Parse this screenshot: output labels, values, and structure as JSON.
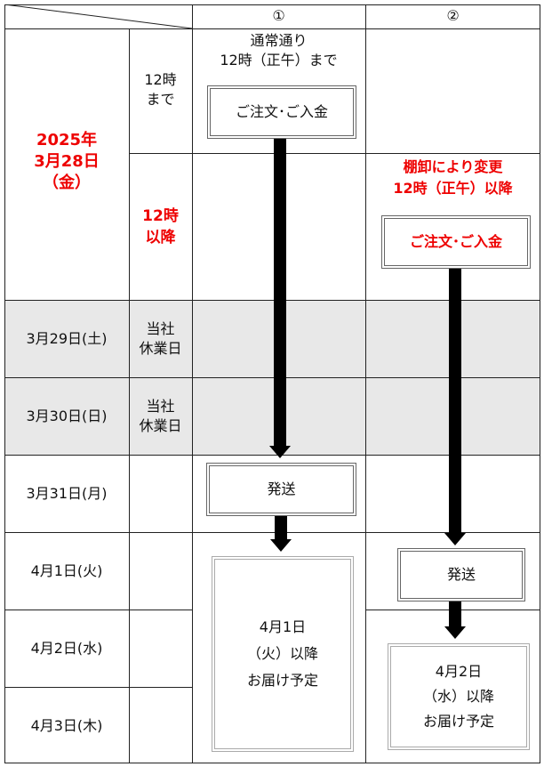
{
  "header": {
    "col1": "①",
    "col2": "②"
  },
  "rows": {
    "date_main": "2025年\n3月28日\n（金）",
    "before_noon": "12時\nまで",
    "after_noon": "12時\n以降",
    "sat_date": "3月29日(土)",
    "sat_note": "当社\n休業日",
    "sun_date": "3月30日(日)",
    "sun_note": "当社\n休業日",
    "mon_date": "3月31日(月)",
    "tue_date": "4月1日(火)",
    "wed_date": "4月2日(水)",
    "thu_date": "4月3日(木)"
  },
  "flow1": {
    "caption": "通常通り\n12時（正午）まで",
    "order_label": "ご注文･ご入金",
    "ship_label": "発送",
    "delivery": "4月1日\n（火）以降\nお届け予定"
  },
  "flow2": {
    "caption": "棚卸により変更\n12時（正午）以降",
    "order_label": "ご注文･ご入金",
    "ship_label": "発送",
    "delivery": "4月2日\n（水）以降\nお届け予定"
  },
  "colors": {
    "accent": "#e00000",
    "holiday_bg": "#e8e8e8"
  }
}
